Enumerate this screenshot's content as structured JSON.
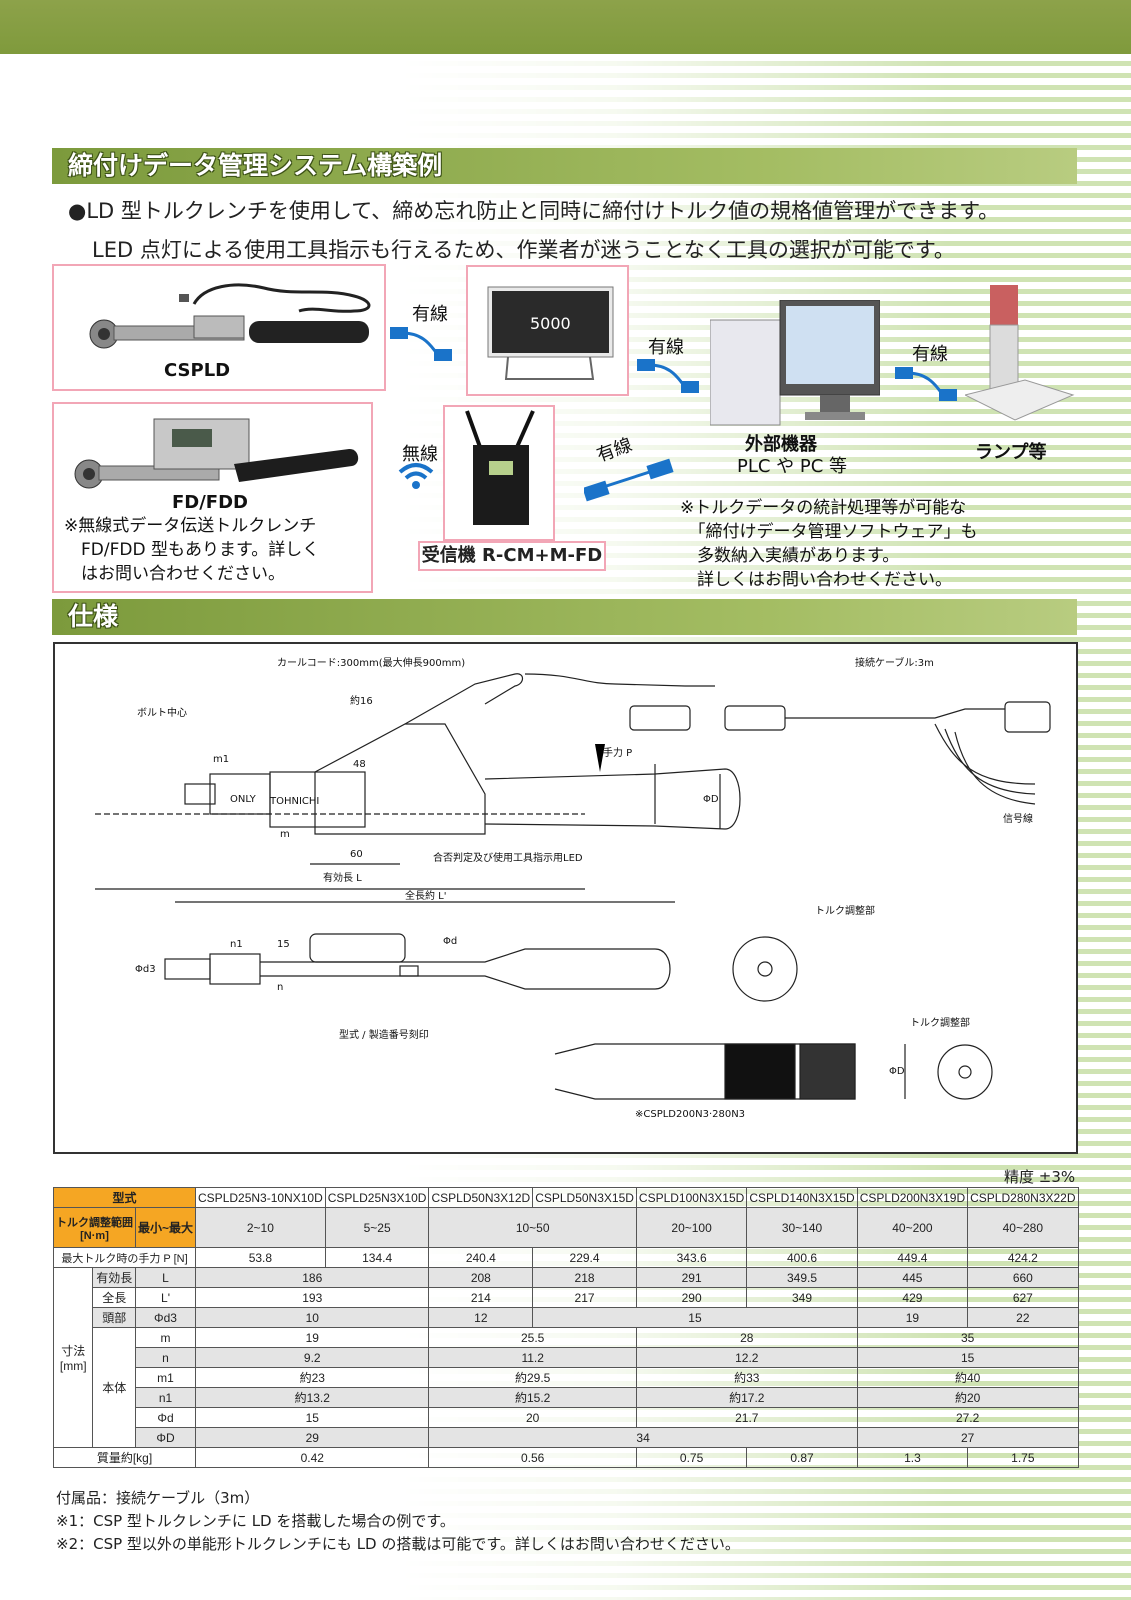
{
  "section1_title": "締付けデータ管理システム構築例",
  "intro_line1": "●LD 型トルクレンチを使用して、締め忘れ防止と同時に締付けトルク値の規格値管理ができます。",
  "intro_line2": "LED 点灯による使用工具指示も行えるため、作業者が迷うことなく工具の選択が可能です。",
  "system": {
    "csp_label": "CSPLD",
    "fd_label": "FD/FDD",
    "fd_note": "※無線式データ伝送トルクレンチ\n　FD/FDD 型もあります。詳しく\n　はお問い合わせください。",
    "wired1": "有線",
    "wired2": "有線",
    "wired3": "有線",
    "wired4": "有線",
    "wireless": "無線",
    "display_value": "5000",
    "receiver_label": "受信機 R-CM+M-FD",
    "external_label1": "外部機器",
    "external_label2": "PLC や PC 等",
    "lamp_label": "ランプ等",
    "software_note": "※トルクデータの統計処理等が可能な\n　「締付けデータ管理ソフトウェア」も\n　多数納入実績があります。\n　詳しくはお問い合わせください。"
  },
  "section2_title": "仕様",
  "drawing": {
    "curl_cord": "カールコード:300mm(最大伸長900mm)",
    "cable": "接続ケーブル:3m",
    "bolt_center": "ボルト中心",
    "hand_force": "手力 P",
    "dim_16": "約16",
    "dim_48": "48",
    "dim_m1": "m1",
    "dim_m": "m",
    "dim_60": "60",
    "dim_D": "ΦD",
    "led_note": "合否判定及び使用工具指示用LED",
    "effective_length": "有効長 L",
    "total_length": "全長約 L'",
    "signal_line": "信号線",
    "torque_adjust1": "トルク調整部",
    "torque_adjust2": "トルク調整部",
    "dim_d3": "Φd3",
    "dim_n1": "n1",
    "dim_15": "15",
    "dim_n": "n",
    "dim_d": "Φd",
    "serial_mark": "型式 / 製造番号刻印",
    "only_mark": "ONLY",
    "brand_mark": "TOHNICHI",
    "dim_D2": "ΦD",
    "model_note": "※CSPLD200N3·280N3"
  },
  "accuracy": "精度 ±3%",
  "table": {
    "model_header": "型式",
    "models": [
      "CSPLD25N3-10NX10D",
      "CSPLD25N3X10D",
      "CSPLD50N3X12D",
      "CSPLD50N3X15D",
      "CSPLD100N3X15D",
      "CSPLD140N3X15D",
      "CSPLD200N3X19D",
      "CSPLD280N3X22D"
    ],
    "range_header": "トルク調整範囲\n[N·m]",
    "range_sub": "最小~最大",
    "ranges": [
      "2~10",
      "5~25",
      "10~50",
      "20~100",
      "30~140",
      "40~200",
      "40~280"
    ],
    "force_header": "最大トルク時の手力 P [N]",
    "forces": [
      "53.8",
      "134.4",
      "240.4",
      "229.4",
      "343.6",
      "400.6",
      "449.4",
      "424.2"
    ],
    "dim_header": "寸法\n[mm]",
    "effective_header": "有効長",
    "effective_sym": "L",
    "effective": [
      "186",
      "208",
      "218",
      "291",
      "349.5",
      "445",
      "660"
    ],
    "total_header": "全長",
    "total_sym": "L'",
    "total": [
      "193",
      "214",
      "217",
      "290",
      "349",
      "429",
      "627"
    ],
    "head_header": "頭部",
    "head_sym": "Φd3",
    "head": [
      "10",
      "12",
      "15",
      "19",
      "22"
    ],
    "body_header": "本体",
    "m_sym": "m",
    "m_vals": [
      "19",
      "25.5",
      "28",
      "35"
    ],
    "n_sym": "n",
    "n_vals": [
      "9.2",
      "11.2",
      "12.2",
      "15"
    ],
    "m1_sym": "m1",
    "m1_vals": [
      "約23",
      "約29.5",
      "約33",
      "約40"
    ],
    "n1_sym": "n1",
    "n1_vals": [
      "約13.2",
      "約15.2",
      "約17.2",
      "約20"
    ],
    "d_sym": "Φd",
    "d_vals": [
      "15",
      "20",
      "21.7",
      "27.2"
    ],
    "D_sym": "ΦD",
    "D_vals": [
      "29",
      "34",
      "27"
    ],
    "mass_header": "質量約[kg]",
    "mass": [
      "0.42",
      "0.56",
      "0.75",
      "0.87",
      "1.3",
      "1.75"
    ]
  },
  "footnotes": {
    "accessory": "付属品：接続ケーブル（3m）",
    "note1": "※1：CSP 型トルクレンチに LD を搭載した場合の例です。",
    "note2": "※2：CSP 型以外の単能形トルクレンチにも LD の搭載は可能です。詳しくはお問い合わせください。"
  }
}
